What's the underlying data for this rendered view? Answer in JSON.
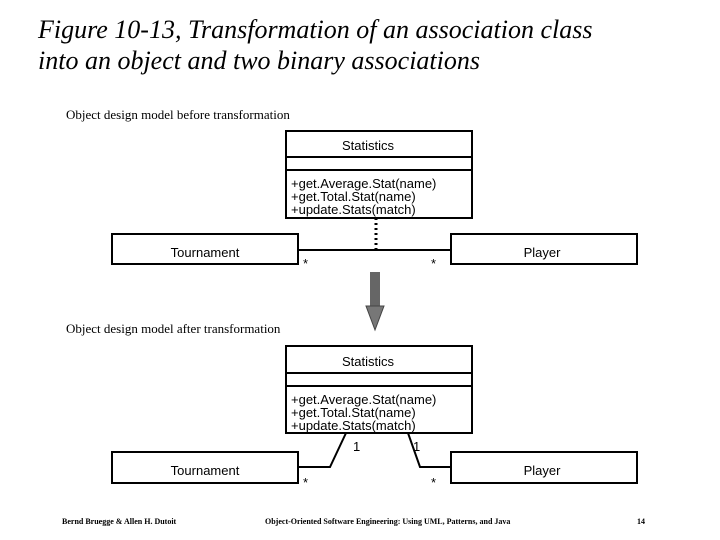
{
  "title": {
    "line1": "Figure 10-13, Transformation of an association class",
    "line2": "into an object and two binary associations"
  },
  "before": {
    "caption": "Object design model before transformation",
    "statistics": {
      "name": "Statistics",
      "methods": [
        "+get.Average.Stat(name)",
        "+get.Total.Stat(name)",
        "+update.Stats(match)"
      ]
    },
    "tournament": "Tournament",
    "player": "Player",
    "mult_left": "*",
    "mult_right": "*"
  },
  "after": {
    "caption": "Object design model after transformation",
    "statistics": {
      "name": "Statistics",
      "methods": [
        "+get.Average.Stat(name)",
        "+get.Total.Stat(name)",
        "+update.Stats(match)"
      ]
    },
    "tournament": "Tournament",
    "player": "Player",
    "mult_left_top": "1",
    "mult_right_top": "1",
    "mult_left_bottom": "*",
    "mult_right_bottom": "*"
  },
  "footer": {
    "authors": "Bernd Bruegge & Allen H. Dutoit",
    "book": "Object-Oriented Software Engineering: Using UML, Patterns, and Java",
    "page": "14"
  }
}
